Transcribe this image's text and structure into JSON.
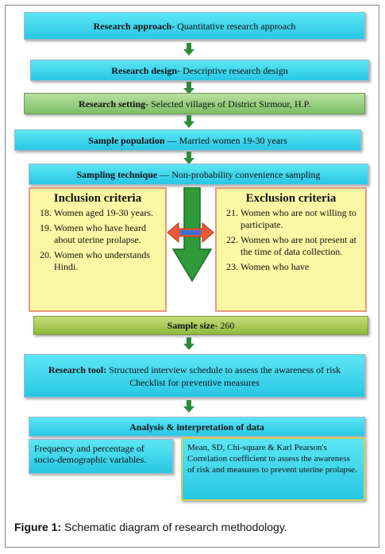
{
  "boxes": {
    "approach": {
      "label": "Research approach-",
      "text": " Quantitative research approach"
    },
    "design": {
      "label": "Research design-",
      "text": " Descriptive research design"
    },
    "setting": {
      "label": "Research setting-",
      "text": " Selected villages of District Sirmour, H.P."
    },
    "population": {
      "label": "Sample population",
      "text": " — Married women 19-30 years"
    },
    "technique": {
      "label": "Sampling technique",
      "text": " — Non-probability convenience sampling"
    },
    "size": {
      "label": "Sample size-",
      "text": " 260"
    },
    "tool": {
      "label": "Research tool:",
      "text": " Structured interview schedule to assess the awareness of risk",
      "line2": "Checklist for preventive measures"
    },
    "analysis": {
      "label": "Analysis & interpretation of data"
    }
  },
  "inclusion": {
    "title": "Inclusion criteria",
    "start": 18,
    "items": [
      "Women aged 19-30 years.",
      "Women who have heard about uterine prolapse.",
      "Women who understands Hindi."
    ]
  },
  "exclusion": {
    "title": "Exclusion criteria",
    "start": 21,
    "items": [
      "Women who are not willing to participate.",
      "Women who are not present at the time of data collection.",
      "Women who have"
    ]
  },
  "analysis_left": "Frequency and percentage of socio-demographic variables.",
  "analysis_right": "Mean, SD, Chi-square & Karl Pearson's Correlation coefficient to assess the awareness of risk and measures to prevent uterine prolapse.",
  "caption": {
    "label": "Figure 1:",
    "text": " Schematic diagram of research methodology."
  },
  "colors": {
    "cyan": "#28c7e4",
    "green": "#7dbf66",
    "yellow": "#fbf7a4",
    "arrow": "#2e8b3a",
    "side_arrow": "#e85a3a"
  }
}
